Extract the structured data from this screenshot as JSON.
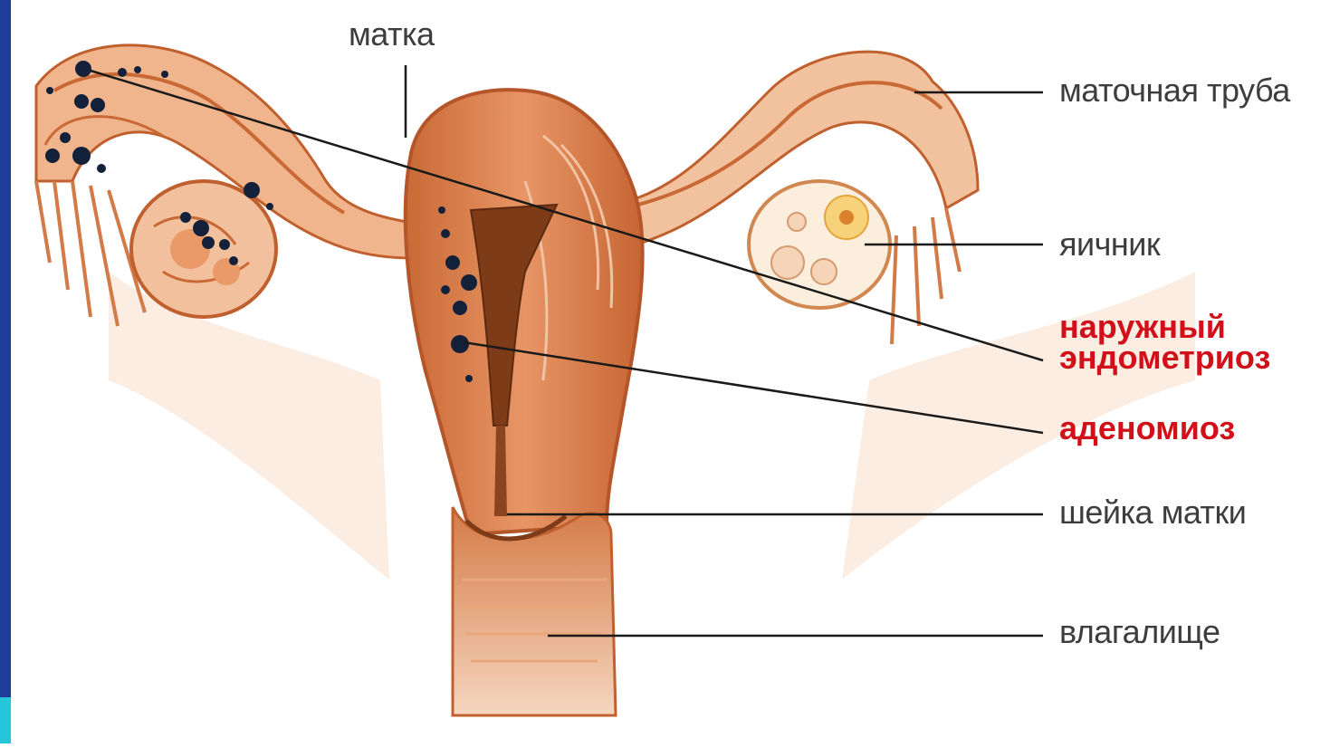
{
  "labels": {
    "uterus": "матка",
    "fallopian_tube": "маточная труба",
    "ovary": "яичник",
    "external_endometriosis_line1": "наружный",
    "external_endometriosis_line2": "эндометриоз",
    "adenomyosis": "аденомиоз",
    "cervix": "шейка матки",
    "vagina": "влагалище"
  },
  "colors": {
    "tissue_dark": "#c0602e",
    "tissue_mid": "#e08a55",
    "tissue_light": "#f3c3a0",
    "tissue_pale": "#fbe7d8",
    "lesion": "#14213a",
    "label_text": "#3d3d3d",
    "highlight_text": "#d2101a",
    "slide_bar": "#1f3e9c",
    "slide_bar_accent": "#26c6da"
  }
}
